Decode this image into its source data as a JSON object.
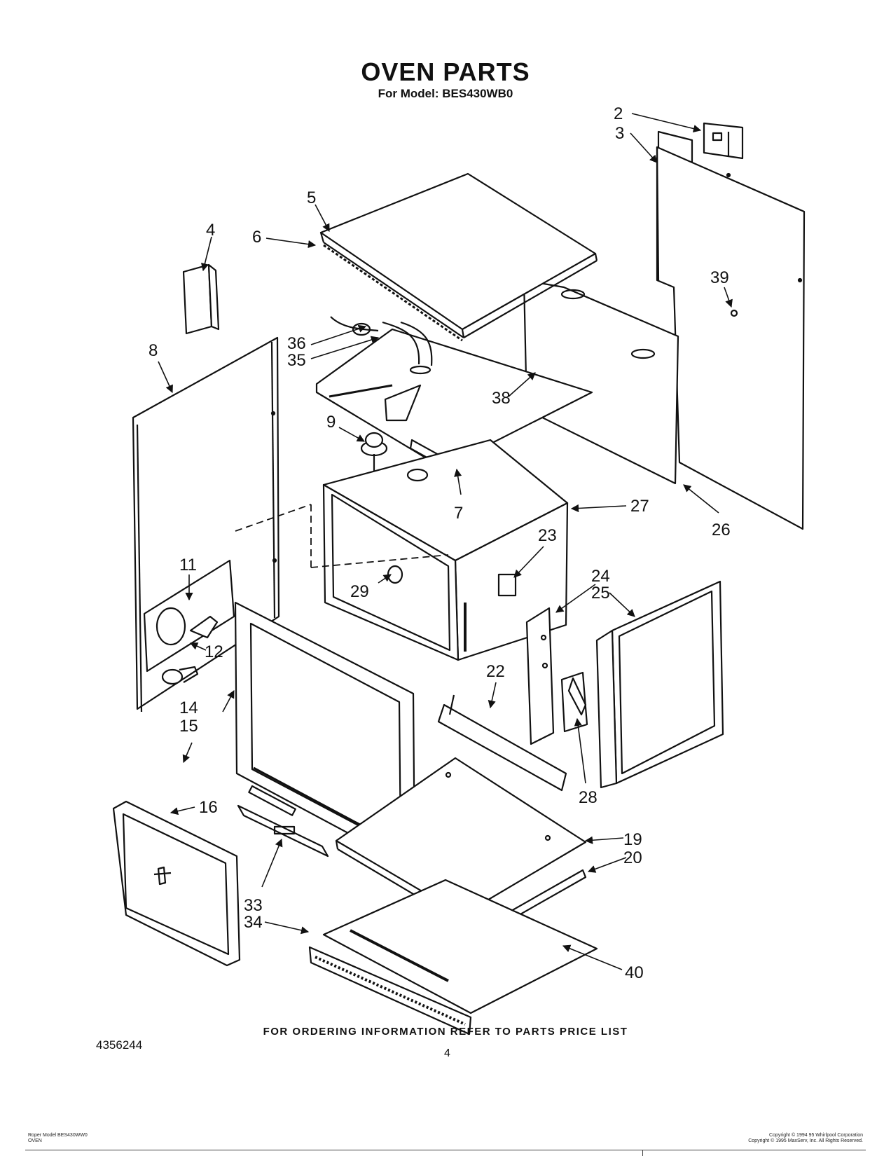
{
  "header": {
    "title": "OVEN PARTS",
    "subtitle": "For Model: BES430WB0"
  },
  "diagram": {
    "callouts": [
      "2",
      "3",
      "5",
      "6",
      "4",
      "39",
      "36",
      "35",
      "8",
      "38",
      "9",
      "7",
      "27",
      "26",
      "11",
      "23",
      "24",
      "25",
      "29",
      "12",
      "22",
      "14",
      "15",
      "28",
      "16",
      "19",
      "20",
      "33",
      "34",
      "40"
    ]
  },
  "footer": {
    "ordering_note": "FOR ORDERING INFORMATION REFER TO PARTS PRICE LIST",
    "doc_number": "4356244",
    "page_number": "4",
    "left_line1": "Roper Model BES430WW0",
    "left_line2": "OVEN",
    "right_line1": "Copyright © 1994 95 Whirlpool Corporation",
    "right_line2": "Copyright © 1995 MaxServ, Inc.  All Rights Reserved."
  }
}
